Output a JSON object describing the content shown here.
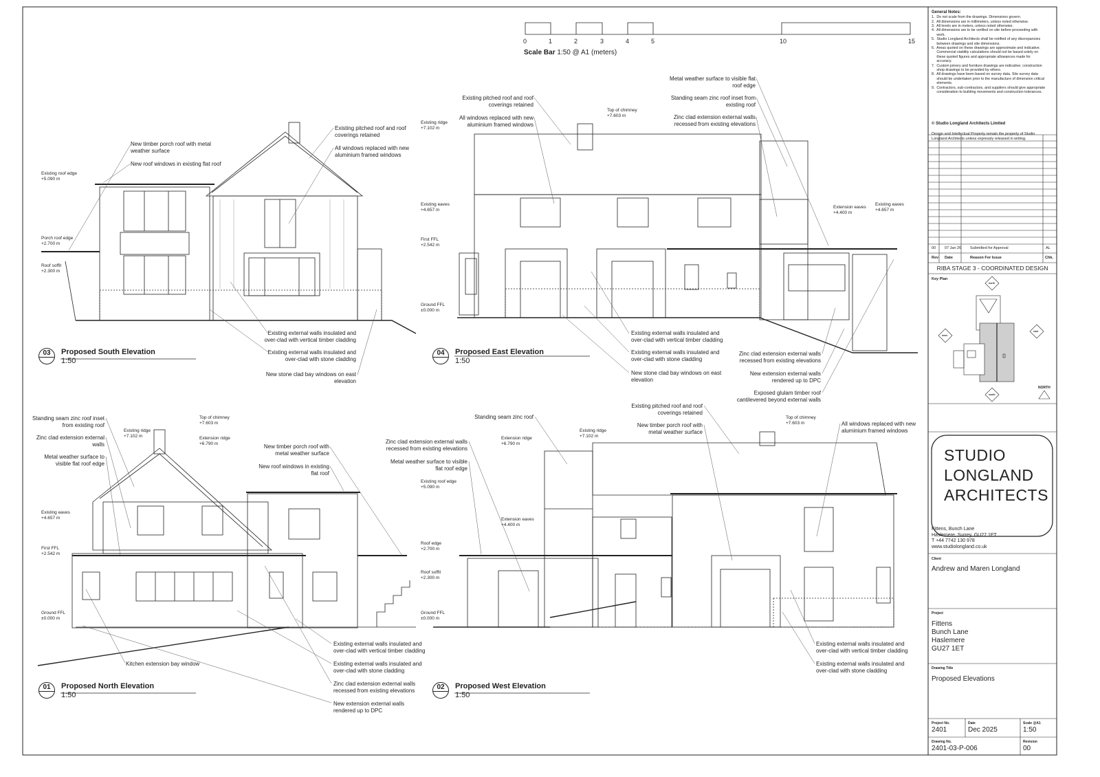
{
  "scale_bar": {
    "ticks": [
      "0",
      "1",
      "2",
      "3",
      "4",
      "5",
      "10",
      "15"
    ],
    "label_bold": "Scale Bar",
    "label": "1:50 @ A1 (meters)"
  },
  "views": {
    "south": {
      "number": "03",
      "title": "Proposed South Elevation",
      "scale": "1:50"
    },
    "east": {
      "number": "04",
      "title": "Proposed East Elevation",
      "scale": "1:50"
    },
    "north": {
      "number": "01",
      "title": "Proposed North Elevation",
      "scale": "1:50"
    },
    "west": {
      "number": "02",
      "title": "Proposed West Elevation",
      "scale": "1:50"
    }
  },
  "annotations": {
    "south": [
      "New timber porch roof with metal\nweather surface",
      "New roof windows in existing flat roof",
      "Existing pitched roof and roof\ncoverings retained",
      "All windows replaced with new\naluminium framed windows",
      "Existing roof edge\n+5.090 m",
      "Porch roof edge\n+2.700 m",
      "Roof soffit\n+2.300 m",
      "Existing external walls insulated and\nover-clad with vertical timber cladding",
      "Existing external walls insulated and\nover-clad with stone cladding",
      "New stone clad bay windows on east\nelevation"
    ],
    "east": [
      "Existing pitched roof and roof\ncoverings retained",
      "All windows replaced with new\naluminium framed windows",
      "Top of chimney\n+7.603 m",
      "Existing ridge\n+7.102 m",
      "Metal weather surface to visible flat\nroof edge",
      "Standing seam zinc roof inset from\nexisting roof",
      "Zinc clad extension external walls\nrecessed from existing elevations",
      "Existing eaves\n+4.657 m",
      "Extension eaves\n+4.400 m",
      "Existing eaves\n+4.657 m",
      "First FFL\n+2.542 m",
      "Ground FFL\n±0.000 m",
      "Existing external walls insulated and\nover-clad with vertical timber cladding",
      "Existing external walls insulated and\nover-clad with stone cladding",
      "New stone clad bay windows on east\nelevation",
      "Zinc clad extension external walls\nrecessed from existing elevations",
      "New extension external walls\nrendered up to DPC",
      "Exposed glulam timber roof\ncantilevered beyond external walls"
    ],
    "north": [
      "Standing seam zinc roof inset\nfrom existing roof",
      "Zinc clad extension external\nwalls",
      "Metal weather surface to\nvisible flat roof edge",
      "Existing ridge\n+7.102 m",
      "Top of chimney\n+7.603 m",
      "Extension ridge\n+6.790 m",
      "New timber porch roof with\nmetal weather surface",
      "New roof windows in existing\nflat roof",
      "Existing eaves\n+4.657 m",
      "First FFL\n+2.542 m",
      "Ground FFL\n±0.000 m",
      "Kitchen extension bay window",
      "Existing external walls insulated and\nover-clad with vertical timber cladding",
      "Existing external walls insulated and\nover-clad with stone cladding",
      "Zinc clad extension external walls\nrecessed from existing elevations",
      "New extension external walls\nrendered up to DPC"
    ],
    "west": [
      "Standing seam zinc roof",
      "Zinc clad extension external walls\nrecessed from existing elevations",
      "Metal weather surface to visible\nflat roof edge",
      "Extension ridge\n+6.790 m",
      "Existing ridge\n+7.102 m",
      "Existing pitched roof and roof\ncoverings retained",
      "New timber porch roof with\nmetal weather surface",
      "Top of chimney\n+7.603 m",
      "All windows replaced with new\naluminium framed windows",
      "Existing roof edge\n+5.090 m",
      "Extension eaves\n+4.400 m",
      "Roof edge\n+2.700 m",
      "Roof soffit\n+2.300 m",
      "Ground FFL\n±0.000 m",
      "Existing external walls insulated and\nover-clad with vertical timber cladding",
      "Existing external walls insulated and\nover-clad with stone cladding"
    ]
  },
  "title_block": {
    "notes_heading": "General Notes:",
    "notes": [
      "1.  Do not scale from the drawings. Dimensions govern.",
      "2.  All dimensions are in millimeters, unless noted otherwise.",
      "3.  All levels are in meters, unless noted otherwise.",
      "4.  All dimensions are to be verified on site before proceeding with\n     work.",
      "5.  Studio Longland Architects shall be notified of any discrepancies\n     between drawings and site dimensions.",
      "6.  Areas quoted on these drawings are approximate and indicative.\n     Commercial viability calculations should not be based solely on\n     these quoted figures and appropriate allowances made for\n     accuracy.",
      "7.  Custom joinery and furniture drawings are indicative; construction\n     shop drawings to be provided by others.",
      "8.  All drawings have been based on survey data. Site survey data\n     should be undertaken prior to the manufacture of dimension critical\n     elements.",
      "9.  Contractors, sub-contractors, and suppliers should give appropriate\n     consideration to building movements and construction tolerances."
    ],
    "copyright_heading": "© Studio Longland Architects Limited",
    "copyright_text": "Design and Intellectual Property remain the property of Studio\nLongland Architects unless expressly released in writing.",
    "revisions": [
      {
        "rev": "00",
        "date": "07 Jan 26",
        "reason": "Submitted for Approval",
        "chk": "AL"
      }
    ],
    "revision_headers": {
      "rev": "Rev",
      "date": "Date",
      "reason": "Reason For Issue",
      "chk": "Chk."
    },
    "stage": "RIBA STAGE 3 - COORDINATED DESIGN",
    "key_plan_label": "Key Plan",
    "key_plan_markers": {
      "north": "north",
      "south": "south",
      "east": "east",
      "west": "west",
      "compass": "NORTH"
    },
    "logo_lines": [
      "STUDIO",
      "LONGLAND",
      "ARCHITECTS"
    ],
    "address": "Fittens, Bunch Lane\nHaslemere, Surrey, GU27 1ET\nT +44 7742 130 978\nwww.studiolongland.co.uk",
    "client_label": "Client",
    "client": "Andrew and Maren Longland",
    "project_label": "Project",
    "project": "Fittens\nBunch Lane\nHaslemere\nGU27 1ET",
    "drawing_title_label": "Drawing Title",
    "drawing_title": "Proposed Elevations",
    "project_no_label": "Project No.",
    "project_no": "2401",
    "date_label": "Date",
    "date": "Dec 2025",
    "scale_label": "Scale @A1",
    "scale": "1:50",
    "drawing_no_label": "Drawing No.",
    "drawing_no": "2401-03-P-006",
    "revision_label": "Revision",
    "revision": "00"
  },
  "colors": {
    "line": "#222222",
    "key_plan_roof": "#cfcfcf",
    "background": "#ffffff"
  }
}
